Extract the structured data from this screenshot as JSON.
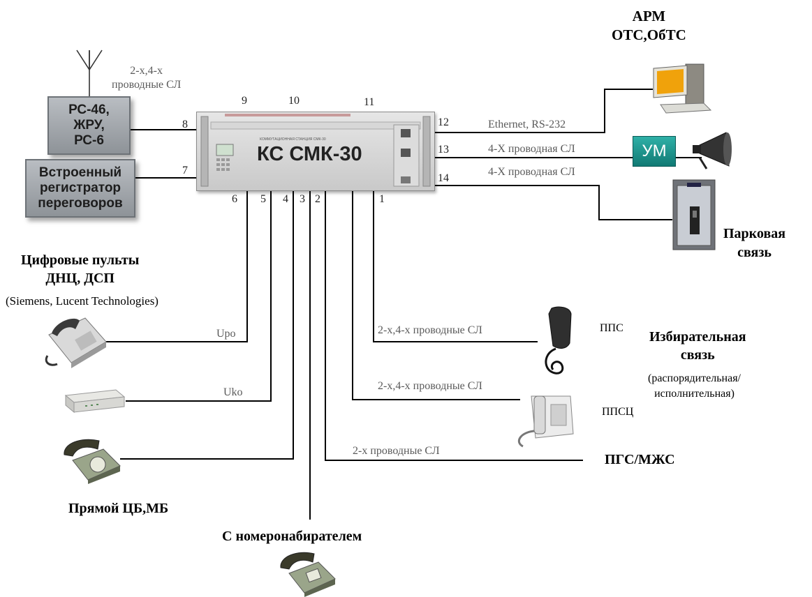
{
  "switch": {
    "title": "КС СМК-30",
    "subtitle": "КОММУТАЦИОННАЯ СТАНЦИЯ СМК-30"
  },
  "ports": {
    "p1": "1",
    "p2": "2",
    "p3": "3",
    "p4": "4",
    "p5": "5",
    "p6": "6",
    "p7": "7",
    "p8": "8",
    "p9": "9",
    "p10": "10",
    "p11": "11",
    "p12": "12",
    "p13": "13",
    "p14": "14"
  },
  "left": {
    "radio_box": "РС-46,\nЖРУ,\nРС-6",
    "radio_lines": "2-х,4-х\nпроводные СЛ",
    "recorder_box": "Встроенный\nрегистратор\nпереговоров",
    "digital_title": "Цифровые пульты\nДНЦ, ДСП",
    "digital_vendors": "(Siemens, Lucent Technologies)",
    "upo": "Upo",
    "uko": "Uko",
    "direct": "Прямой ЦБ,МБ",
    "dialer": "С номеронабирателем"
  },
  "right": {
    "arm_title": "АРМ\nОТС,ОбТС",
    "ethernet": "Ethernet, RS-232",
    "line13": "4-Х проводная СЛ",
    "um": "УМ",
    "line14": "4-Х проводная СЛ",
    "park": "Парковая\nсвязь",
    "pps_line": "2-х,4-х проводные СЛ",
    "ppsc_line": "2-х,4-х проводные СЛ",
    "pps": "ППС",
    "ppsc": "ППСЦ",
    "selective_title": "Избирательная\nсвязь",
    "selective_sub": "(распорядительная/\nисполнительная)",
    "pgs_line": "2-х проводные СЛ",
    "pgs": "ПГС/МЖС"
  }
}
